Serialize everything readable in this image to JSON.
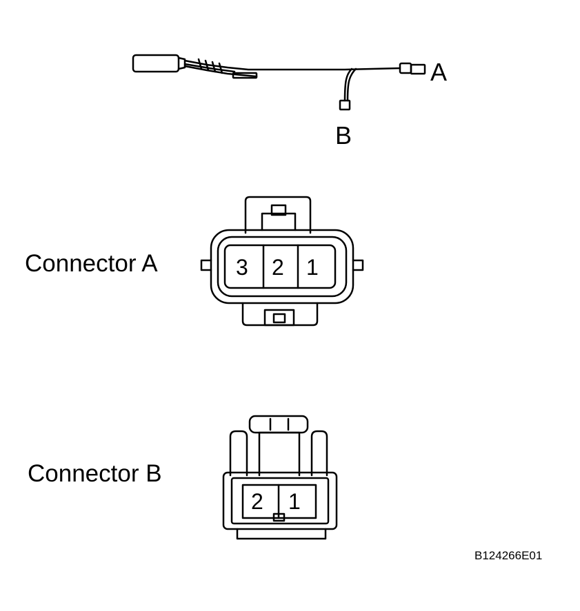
{
  "harness": {
    "label_a": "A",
    "label_b": "B"
  },
  "connector_a": {
    "title": "Connector A",
    "pins": [
      "3",
      "2",
      "1"
    ]
  },
  "connector_b": {
    "title": "Connector B",
    "pins": [
      "2",
      "1"
    ]
  },
  "figure_code": "B124266E01"
}
